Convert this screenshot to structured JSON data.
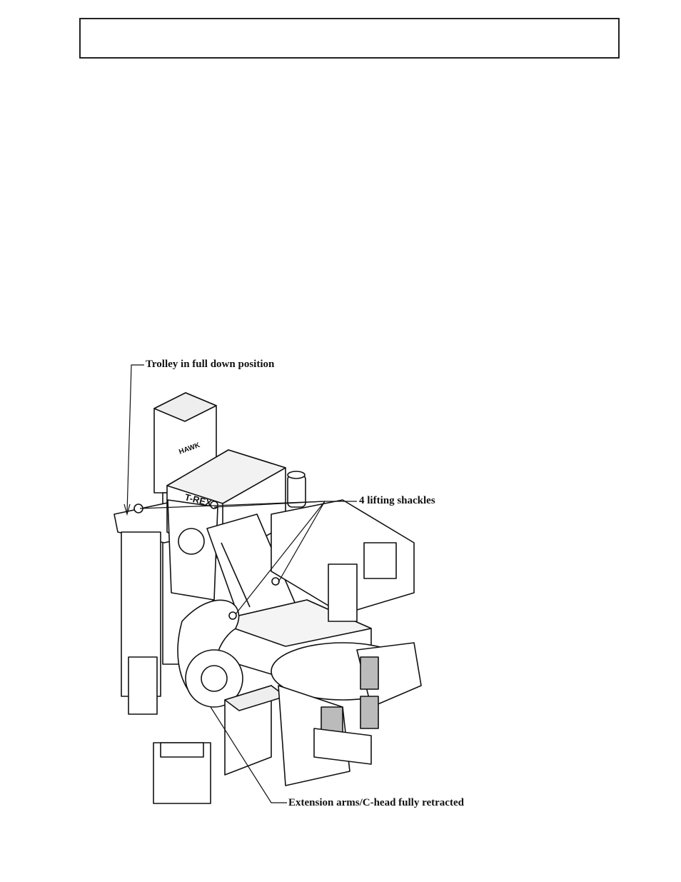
{
  "page": {
    "header_box_text": ""
  },
  "figure": {
    "callouts": {
      "trolley": "Trolley in full down position",
      "shackles": "4 lifting shackles",
      "extension": "Extension arms/C-head fully retracted"
    },
    "nameplate_text": "T-REX",
    "logo_text": "HAWK"
  },
  "colors": {
    "line": "#111111",
    "paper": "#ffffff",
    "shade": "#d8d8d8"
  }
}
